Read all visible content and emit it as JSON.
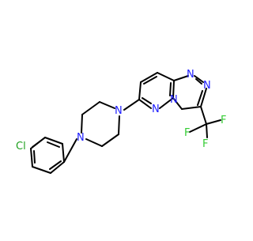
{
  "molecule": {
    "atom_labels": {
      "cl": "Cl",
      "n_pip_left": "N",
      "n_pip_right": "N",
      "n_triazole_top1": "N",
      "n_triazole_top2": "N",
      "n_pyridazine": "N",
      "n_fused": "N",
      "f_left": "F",
      "f_right": "F",
      "f_bottom": "F"
    },
    "colors": {
      "bond": "#000000",
      "chlorine": "#1fa01f",
      "nitrogen": "#2020ff",
      "fluorine": "#33cc33"
    }
  }
}
